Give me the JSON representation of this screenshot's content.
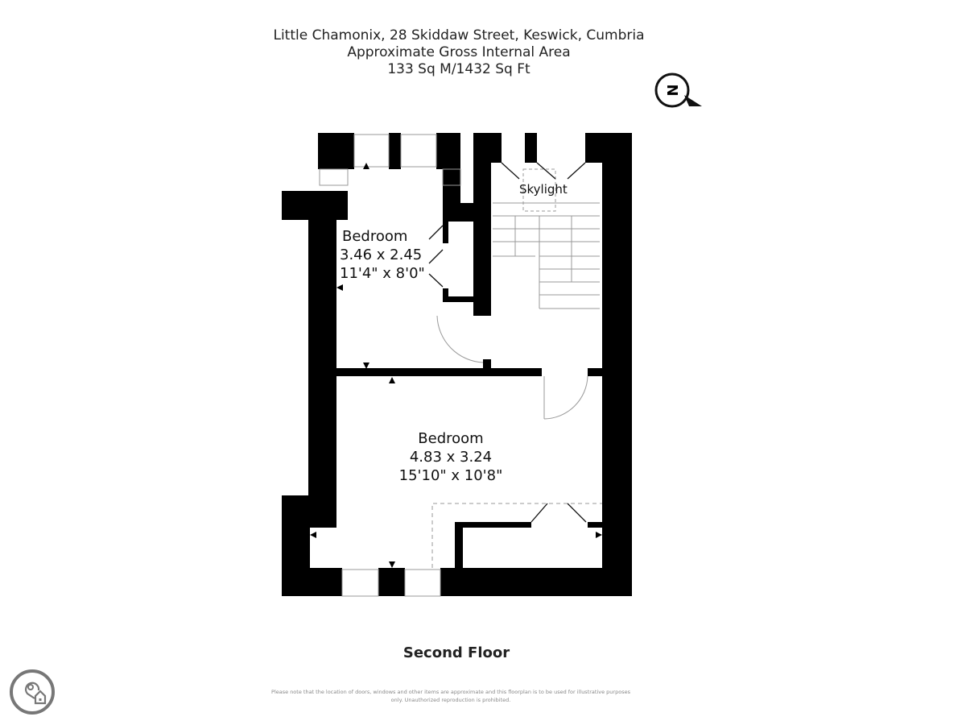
{
  "header": {
    "address": "Little Chamonix, 28 Skiddaw Street, Keswick, Cumbria",
    "area_label": "Approximate Gross Internal Area",
    "area": "133 Sq M/1432 Sq Ft"
  },
  "compass": {
    "label": "N"
  },
  "rooms": [
    {
      "name": "Bedroom",
      "metric": "3.46 x 2.45",
      "imperial": "11'4\" x 8'0\""
    },
    {
      "name": "Bedroom",
      "metric": "4.83 x 3.24",
      "imperial": "15'10\" x 10'8\""
    }
  ],
  "labels": {
    "skylight": "Skylight"
  },
  "floor_name": "Second Floor",
  "disclaimer": "Please note that the location of doors, windows and other items are approximate and this floorplan is to be used for illustrative purposes only. Unauthorized reproduction is prohibited.",
  "logo_icon": "location-home-icon"
}
